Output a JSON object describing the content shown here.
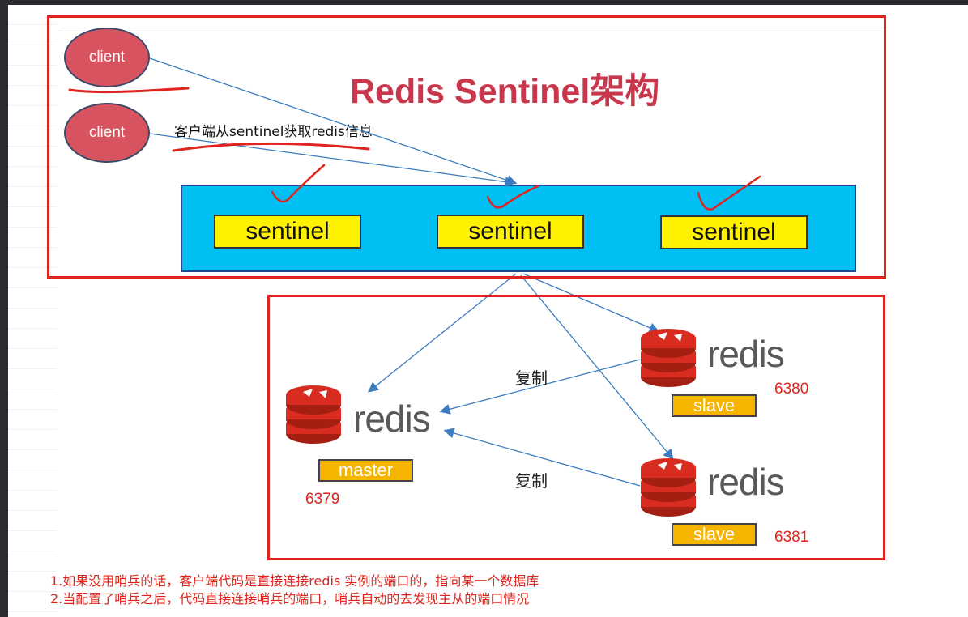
{
  "diagram": {
    "title": "Redis Sentinel架构",
    "client_note": "客户端从sentinel获取redis信息",
    "clients": [
      {
        "label": "client"
      },
      {
        "label": "client"
      }
    ],
    "sentinels": [
      {
        "label": "sentinel"
      },
      {
        "label": "sentinel"
      },
      {
        "label": "sentinel"
      }
    ],
    "master": {
      "logo_text": "redis",
      "role": "master",
      "port": "6379"
    },
    "slaves": [
      {
        "logo_text": "redis",
        "role": "slave",
        "port": "6380"
      },
      {
        "logo_text": "redis",
        "role": "slave",
        "port": "6381"
      }
    ],
    "replication_labels": [
      "复制",
      "复制"
    ],
    "notes": [
      "1.如果没用哨兵的话，客户端代码是直接连接redis 实例的端口的，指向某一个数据库",
      "2.当配置了哨兵之后，代码直接连接哨兵的端口，哨兵自动的去发现主从的端口情况"
    ],
    "colors": {
      "highlight_box": "#e0231c",
      "sentinel_cluster": "#00c0f3",
      "sentinel_box": "#fff200",
      "client": "#d6535f",
      "title": "#c9374d",
      "role_badge": "#f5b400",
      "redis_logo": "#d82c20",
      "arrow": "#3b7dbf"
    }
  }
}
